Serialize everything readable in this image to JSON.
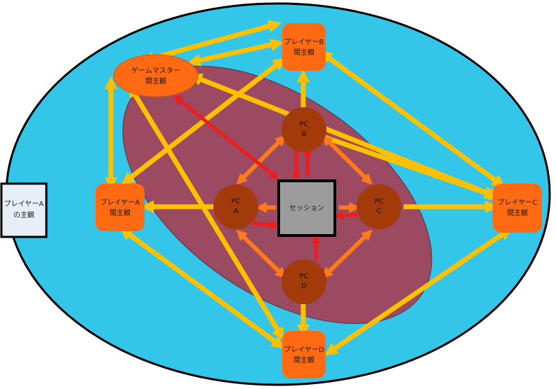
{
  "diagram": {
    "outside_box": {
      "line1": "プレイヤーA",
      "line2": "の主観"
    },
    "session": {
      "label": "セッション"
    },
    "subjectives": {
      "gm": {
        "line1": "ゲームマスター",
        "line2": "間主観"
      },
      "b": {
        "line1": "プレイヤーB",
        "line2": "間主観"
      },
      "a": {
        "line1": "プレイヤーA",
        "line2": "間主観"
      },
      "c": {
        "line1": "プレイヤーC",
        "line2": "間主観"
      },
      "d": {
        "line1": "プレイヤーD",
        "line2": "間主観"
      }
    },
    "pcs": {
      "b": {
        "line1": "PC",
        "line2": "B"
      },
      "a": {
        "line1": "PC",
        "line2": "A"
      },
      "c": {
        "line1": "PC",
        "line2": "C"
      },
      "d": {
        "line1": "PC",
        "line2": "D"
      }
    },
    "colors": {
      "outer_ellipse": "#33c6e8",
      "inner_ellipse": "#9b4a62",
      "subjective_node": "#ff6a13",
      "pc_node": "#a33a0a",
      "session_fill": "#9c9c9c",
      "yellow_arrow": "#ffc000",
      "orange_arrow": "#ff7a1a",
      "red_arrow": "#ee1c1c",
      "outside_box_fill": "#e8eef8"
    }
  }
}
